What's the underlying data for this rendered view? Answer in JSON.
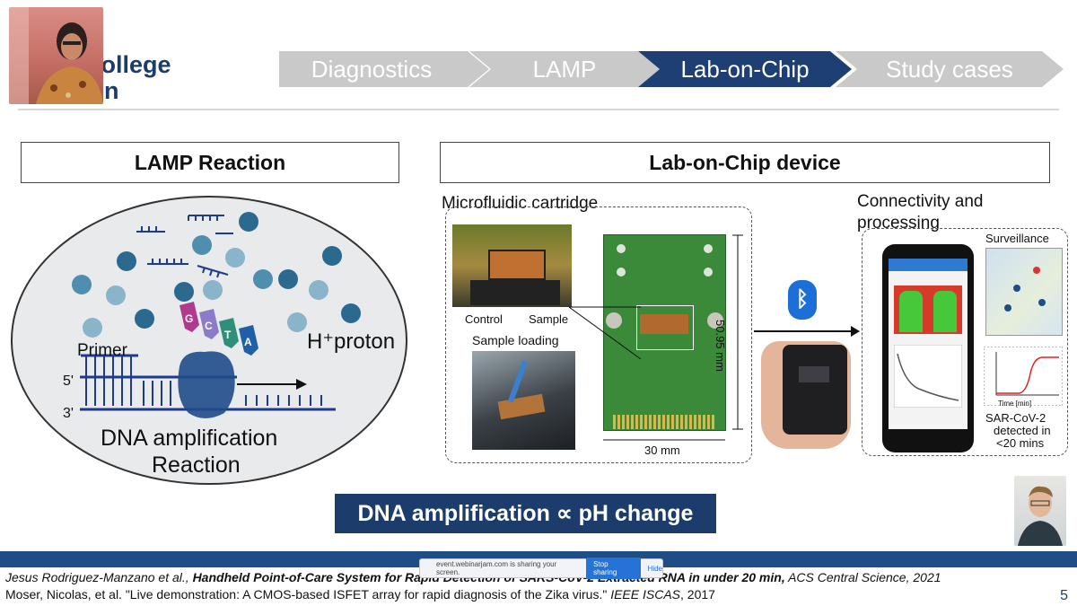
{
  "header": {
    "logo_line1": "erial College",
    "logo_line2": "don",
    "breadcrumbs": [
      {
        "label": "Diagnostics",
        "state": "inactive"
      },
      {
        "label": "LAMP",
        "state": "inactive"
      },
      {
        "label": "Lab-on-Chip",
        "state": "active"
      },
      {
        "label": "Study cases",
        "state": "inactive"
      }
    ]
  },
  "left_panel": {
    "title": "LAMP Reaction",
    "bases": [
      "G",
      "C",
      "T",
      "A"
    ],
    "primer_label": "Primer",
    "strand_5": "5'",
    "strand_3": "3'",
    "proton_label": "H⁺proton",
    "caption_line1": "DNA amplification",
    "caption_line2": "Reaction"
  },
  "right_panel": {
    "title": "Lab-on-Chip device",
    "cartridge_label": "Microfluidic cartridge",
    "control_label": "Control",
    "sample_label": "Sample",
    "sample_loading_label": "Sample loading",
    "dim_height": "50.95 mm",
    "dim_width": "30 mm",
    "connectivity_line1": "Connectivity and",
    "connectivity_line2": "processing",
    "surveillance_label": "Surveillance",
    "sars_line1": "SAR-CoV-2",
    "sars_line2": "detected in",
    "sars_line3": "<20 mins",
    "graph_xlabel": "Time [min]",
    "bluetooth_icon": "bluetooth-icon"
  },
  "banner": {
    "text": "DNA amplification ∝ pH change"
  },
  "references": {
    "ref1_authors": "Jesus Rodriguez-Manzano et al., ",
    "ref1_title": "Handheld Point-of-Care System for Rapid Detection of SARS-CoV-2 Extracted RNA in under 20 min,",
    "ref1_journal": " ACS Central Science, 2021",
    "ref2_text": "Moser, Nicolas, et al. \"Live demonstration: A CMOS-based ISFET array for rapid diagnosis of the Zika virus.\" ",
    "ref2_journal": "IEEE ISCAS",
    "ref2_year": ", 2017"
  },
  "share_notice": {
    "text": "event.webinarjam.com is sharing your screen.",
    "stop_label": "Stop sharing",
    "hide_label": "Hide"
  },
  "page_number": "5",
  "colors": {
    "brand_navy": "#1c3d6b",
    "chevron_inactive": "#c9c9c9",
    "footer_blue": "#1f4d86"
  }
}
